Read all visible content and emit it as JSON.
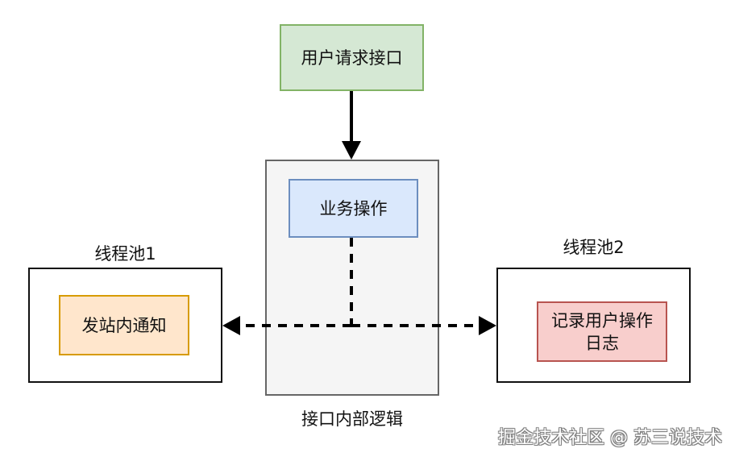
{
  "diagram": {
    "top_node": {
      "label": "用户请求接口",
      "fill": "#d5e8d4",
      "stroke": "#82b366"
    },
    "center_container": {
      "caption": "接口内部逻辑",
      "fill": "#f5f5f5",
      "stroke": "#666666"
    },
    "business_node": {
      "label": "业务操作",
      "fill": "#dae8fc",
      "stroke": "#6c8ebf"
    },
    "left_pool": {
      "title": "线程池1",
      "task": {
        "label": "发站内通知",
        "fill": "#ffe6cc",
        "stroke": "#d79b00"
      }
    },
    "right_pool": {
      "title": "线程池2",
      "task": {
        "line1": "记录用户操作",
        "line2": "日志",
        "fill": "#f8cecc",
        "stroke": "#b85450"
      }
    }
  },
  "watermark": {
    "text": "掘金技术社区 @ 苏三说技术"
  }
}
